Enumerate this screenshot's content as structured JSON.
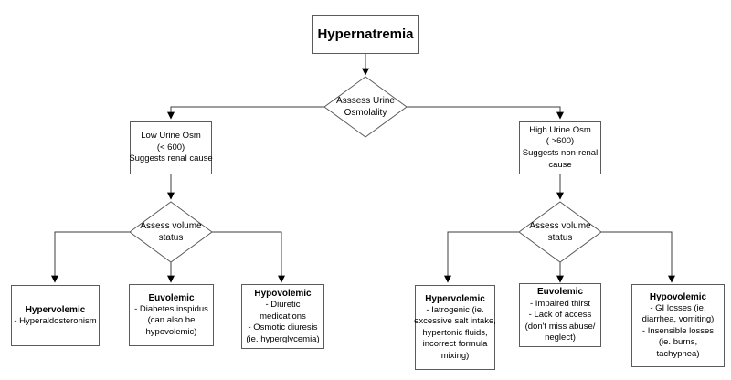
{
  "colors": {
    "border": "#5b5b5b",
    "line": "#3d3d3d",
    "arrow": "#000000",
    "text": "#000000",
    "background": "#ffffff"
  },
  "diagram": {
    "root": {
      "label": "Hypernatremia"
    },
    "urine_decision": {
      "label": "Asssess Urine\nOsmolality"
    },
    "low_osm": {
      "label": "Low Urine Osm\n(< 600)\nSuggests renal cause"
    },
    "high_osm": {
      "label": "High Urine Osm\n( >600)\nSuggests non-renal\ncause"
    },
    "volume_decision_left": {
      "label": "Assess volume\nstatus"
    },
    "volume_decision_right": {
      "label": "Assess volume\nstatus"
    },
    "outcomes_left": [
      {
        "title": "Hypervolemic",
        "body": "- Hyperaldosteronism"
      },
      {
        "title": "Euvolemic",
        "body": "- Diabetes inspidus\n(can also be\nhypovolemic)"
      },
      {
        "title": "Hypovolemic",
        "body": "- Diuretic\nmedications\n- Osmotic diuresis\n(ie. hyperglycemia)"
      }
    ],
    "outcomes_right": [
      {
        "title": "Hypervolemic",
        "body": "- Iatrogenic (ie.\nexcessive salt intake,\nhypertonic fluids,\nincorrect formula\nmixing)"
      },
      {
        "title": "Euvolemic",
        "body": "- Impaired thirst\n- Lack of access\n(don't miss abuse/\nneglect)"
      },
      {
        "title": "Hypovolemic",
        "body": "- GI losses (ie.\ndiarrhea, vomiting)\n- Insensible losses\n(ie. burns,\ntachypnea)"
      }
    ]
  }
}
